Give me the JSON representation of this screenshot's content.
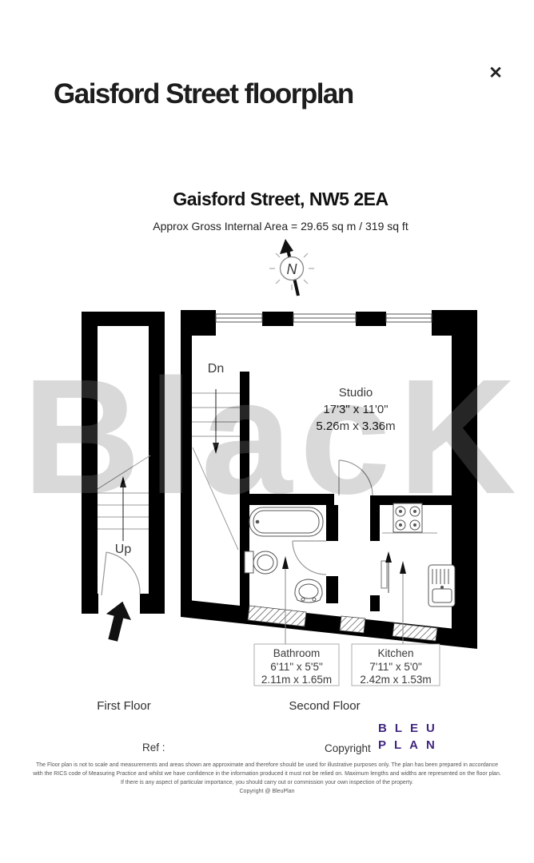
{
  "modal": {
    "title": "Gaisford Street floorplan",
    "close_icon": "✕"
  },
  "plan": {
    "title": "Gaisford Street, NW5 2EA",
    "subtitle": "Approx Gross Internal Area = 29.65 sq m / 319 sq ft",
    "compass": {
      "north_label": "N"
    },
    "rooms": {
      "studio": {
        "name": "Studio",
        "imperial": "17'3\" x 11'0\"",
        "metric": "5.26m x 3.36m"
      },
      "bathroom": {
        "name": "Bathroom",
        "imperial": "6'11\" x 5'5\"",
        "metric": "2.11m x 1.65m"
      },
      "kitchen": {
        "name": "Kitchen",
        "imperial": "7'11\" x 5'0\"",
        "metric": "2.42m x 1.53m"
      }
    },
    "stairs": {
      "up_label": "Up",
      "down_label": "Dn"
    },
    "floors": {
      "first": "First Floor",
      "second": "Second Floor"
    },
    "footer": {
      "ref_label": "Ref :",
      "copyright_label": "Copyright",
      "logo_line1": "BLEU",
      "logo_line2": "PLAN",
      "logo_color": "#41267e"
    },
    "watermark": [
      "B",
      "l",
      "a",
      "c",
      "K"
    ],
    "disclaimer": [
      "The Floor plan is not to scale and measurements and areas shown are approximate and therefore should be used for illustrative purposes only. The plan has been prepared in accordance",
      "with the RICS code of Measuring Practice and whilst we have confidence in the information produced it must not be relied on. Maximum lengths and widths are represented on the floor plan.",
      "If there is any aspect of particular importance, you should carry out or commission your own inspection of the property.",
      "Copyright @ BleuPlan"
    ]
  }
}
